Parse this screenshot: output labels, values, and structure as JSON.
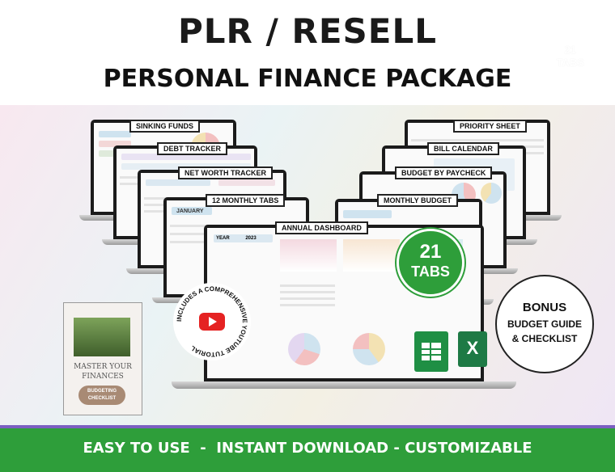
{
  "header": {
    "title": "PLR / RESELL",
    "subtitle": "PERSONAL FINANCE PACKAGE",
    "watermark_line1": "21",
    "watermark_line2": "TABS"
  },
  "laptops": {
    "sinking_funds": "SINKING FUNDS",
    "debt_tracker": "DEBT TRACKER",
    "net_worth_tracker": "NET WORTH TRACKER",
    "monthly_tabs": "12 MONTHLY TABS",
    "annual_dashboard": "ANNUAL DASHBOARD",
    "priority_sheet": "PRIORITY SHEET",
    "bill_calendar": "BILL CALENDAR",
    "budget_by_paycheck": "BUDGET BY PAYCHECK",
    "monthly_budget": "MONTHLY BUDGET"
  },
  "dashboard": {
    "year_label": "YEAR",
    "year_value": "2023",
    "month_label": "JANUARY"
  },
  "badge": {
    "number": "21",
    "label": "TABS"
  },
  "bonus": {
    "line1": "BONUS",
    "line2": "BUDGET GUIDE",
    "line3": "& CHECKLIST"
  },
  "youtube": {
    "curved_text": "INCLUDES A COMPREHENSIVE YOUTUBE TUTORIAL"
  },
  "book": {
    "title_line1": "MASTER YOUR",
    "title_line2": "FINANCES",
    "button_line1": "BUDGETING",
    "button_line2": "CHECKLIST"
  },
  "footer": {
    "text": "EASY TO USE  -  INSTANT DOWNLOAD - CUSTOMIZABLE"
  },
  "colors": {
    "green": "#2e9e3a",
    "purple_border": "#7b5fc1",
    "youtube_red": "#e52222"
  }
}
